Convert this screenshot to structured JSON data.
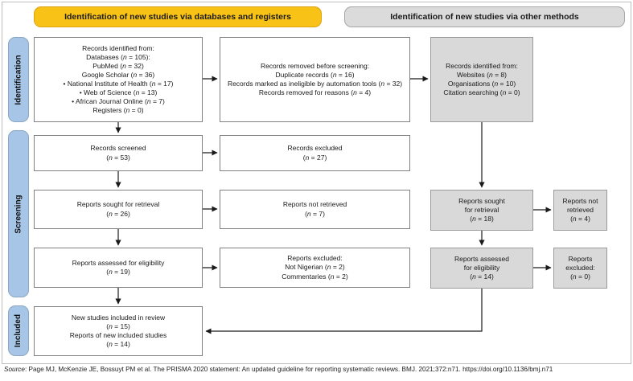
{
  "banners": {
    "databases": "Identification of new studies via databases and registers",
    "other_methods": "Identification of new studies via other methods"
  },
  "sidebar": {
    "identification": "Identification",
    "screening": "Screening",
    "included": "Included"
  },
  "flow": {
    "db_identified": {
      "lines": [
        "Records identified from:",
        "Databases (n = 105):",
        "PubMed (n = 32)",
        "Google Scholar (n = 36)",
        "• National Institute of Health (n = 17)",
        "• Web of Science (n = 13)",
        "• African Journal Online (n = 7)",
        "Registers (n = 0)"
      ]
    },
    "removed_before_screening": {
      "lines": [
        "Records removed before screening:",
        "Duplicate records (n = 16)",
        "Records marked as ineligible by automation tools (n = 32)",
        "Records removed for reasons (n = 4)"
      ]
    },
    "other_identified": {
      "lines": [
        "Records identified from:",
        "Websites (n = 8)",
        "Organisations (n = 10)",
        "Citation searching (n = 0)"
      ]
    },
    "records_screened": {
      "lines": [
        "Records screened",
        "(n = 53)"
      ]
    },
    "records_excluded": {
      "lines": [
        "Records excluded",
        "(n = 27)"
      ]
    },
    "reports_sought": {
      "lines": [
        "Reports sought for retrieval",
        "(n = 26)"
      ]
    },
    "reports_not_retrieved": {
      "lines": [
        "Reports not retrieved",
        "(n = 7)"
      ]
    },
    "reports_assessed": {
      "lines": [
        "Reports assessed for eligibility",
        "(n = 19)"
      ]
    },
    "reports_excluded": {
      "lines": [
        "Reports excluded:",
        "Not Nigerian (n = 2)",
        "Commentaries (n = 2)"
      ]
    },
    "included_studies": {
      "lines": [
        "New studies included in review",
        "(n = 15)",
        "Reports of new included studies",
        "(n = 14)"
      ]
    },
    "reports_sought_other": {
      "lines": [
        "Reports sought",
        "for retrieval",
        "(n = 18)"
      ]
    },
    "reports_not_retrieved_other": {
      "lines": [
        "Reports not",
        "retrieved",
        "(n = 4)"
      ]
    },
    "reports_assessed_other": {
      "lines": [
        "Reports assessed",
        "for eligibility",
        "(n = 14)"
      ]
    },
    "reports_excluded_other": {
      "lines": [
        "Reports",
        "excluded:",
        "(n = 0)"
      ]
    }
  },
  "source": {
    "prefix": "Source",
    "text": ": Page MJ, McKenzie JE, Bossuyt PM et al. The PRISMA 2020 statement: An updated guideline for reporting systematic reviews. BMJ. 2021;372:n71. https://doi.org/10.1136/bmj.n71"
  },
  "colors": {
    "banner_yellow": "#f9c216",
    "banner_gray": "#dbdbdb",
    "sidebar_blue": "#a7c6e7",
    "box_gray": "#d9d9d9",
    "box_border": "#808080",
    "arrow": "#1a1a1a"
  }
}
